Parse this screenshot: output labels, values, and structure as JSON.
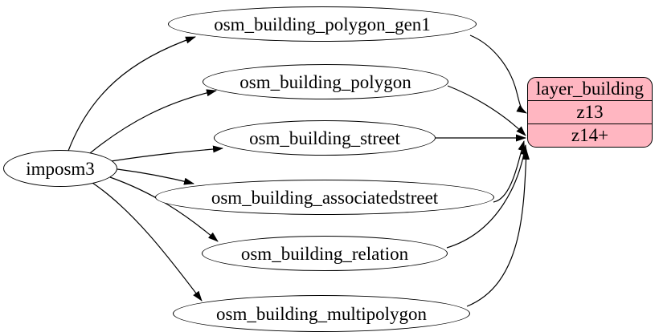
{
  "diagram": {
    "type": "etl-flow-graph",
    "direction": "left-to-right",
    "background_color": "#ffffff",
    "edge_color": "#000000",
    "node_border_color": "#000000",
    "table_fill_color": "#ffffff",
    "layer_fill_color": "#ffb6c1"
  },
  "source": {
    "label": "imposm3"
  },
  "tables": [
    {
      "label": "osm_building_polygon_gen1"
    },
    {
      "label": "osm_building_polygon"
    },
    {
      "label": "osm_building_street"
    },
    {
      "label": "osm_building_associatedstreet"
    },
    {
      "label": "osm_building_relation"
    },
    {
      "label": "osm_building_multipolygon"
    }
  ],
  "layer": {
    "title": "layer_building",
    "rows": [
      "z13",
      "z14+"
    ]
  },
  "edges": [
    {
      "from": "imposm3",
      "to": "osm_building_polygon_gen1"
    },
    {
      "from": "imposm3",
      "to": "osm_building_polygon"
    },
    {
      "from": "imposm3",
      "to": "osm_building_street"
    },
    {
      "from": "imposm3",
      "to": "osm_building_associatedstreet"
    },
    {
      "from": "imposm3",
      "to": "osm_building_relation"
    },
    {
      "from": "imposm3",
      "to": "osm_building_multipolygon"
    },
    {
      "from": "osm_building_polygon_gen1",
      "to": "layer_building:z13"
    },
    {
      "from": "osm_building_polygon",
      "to": "layer_building:z14+"
    },
    {
      "from": "osm_building_street",
      "to": "layer_building:z14+"
    },
    {
      "from": "osm_building_associatedstreet",
      "to": "layer_building:z14+"
    },
    {
      "from": "osm_building_relation",
      "to": "layer_building:z14+"
    },
    {
      "from": "osm_building_multipolygon",
      "to": "layer_building:z14+"
    }
  ]
}
